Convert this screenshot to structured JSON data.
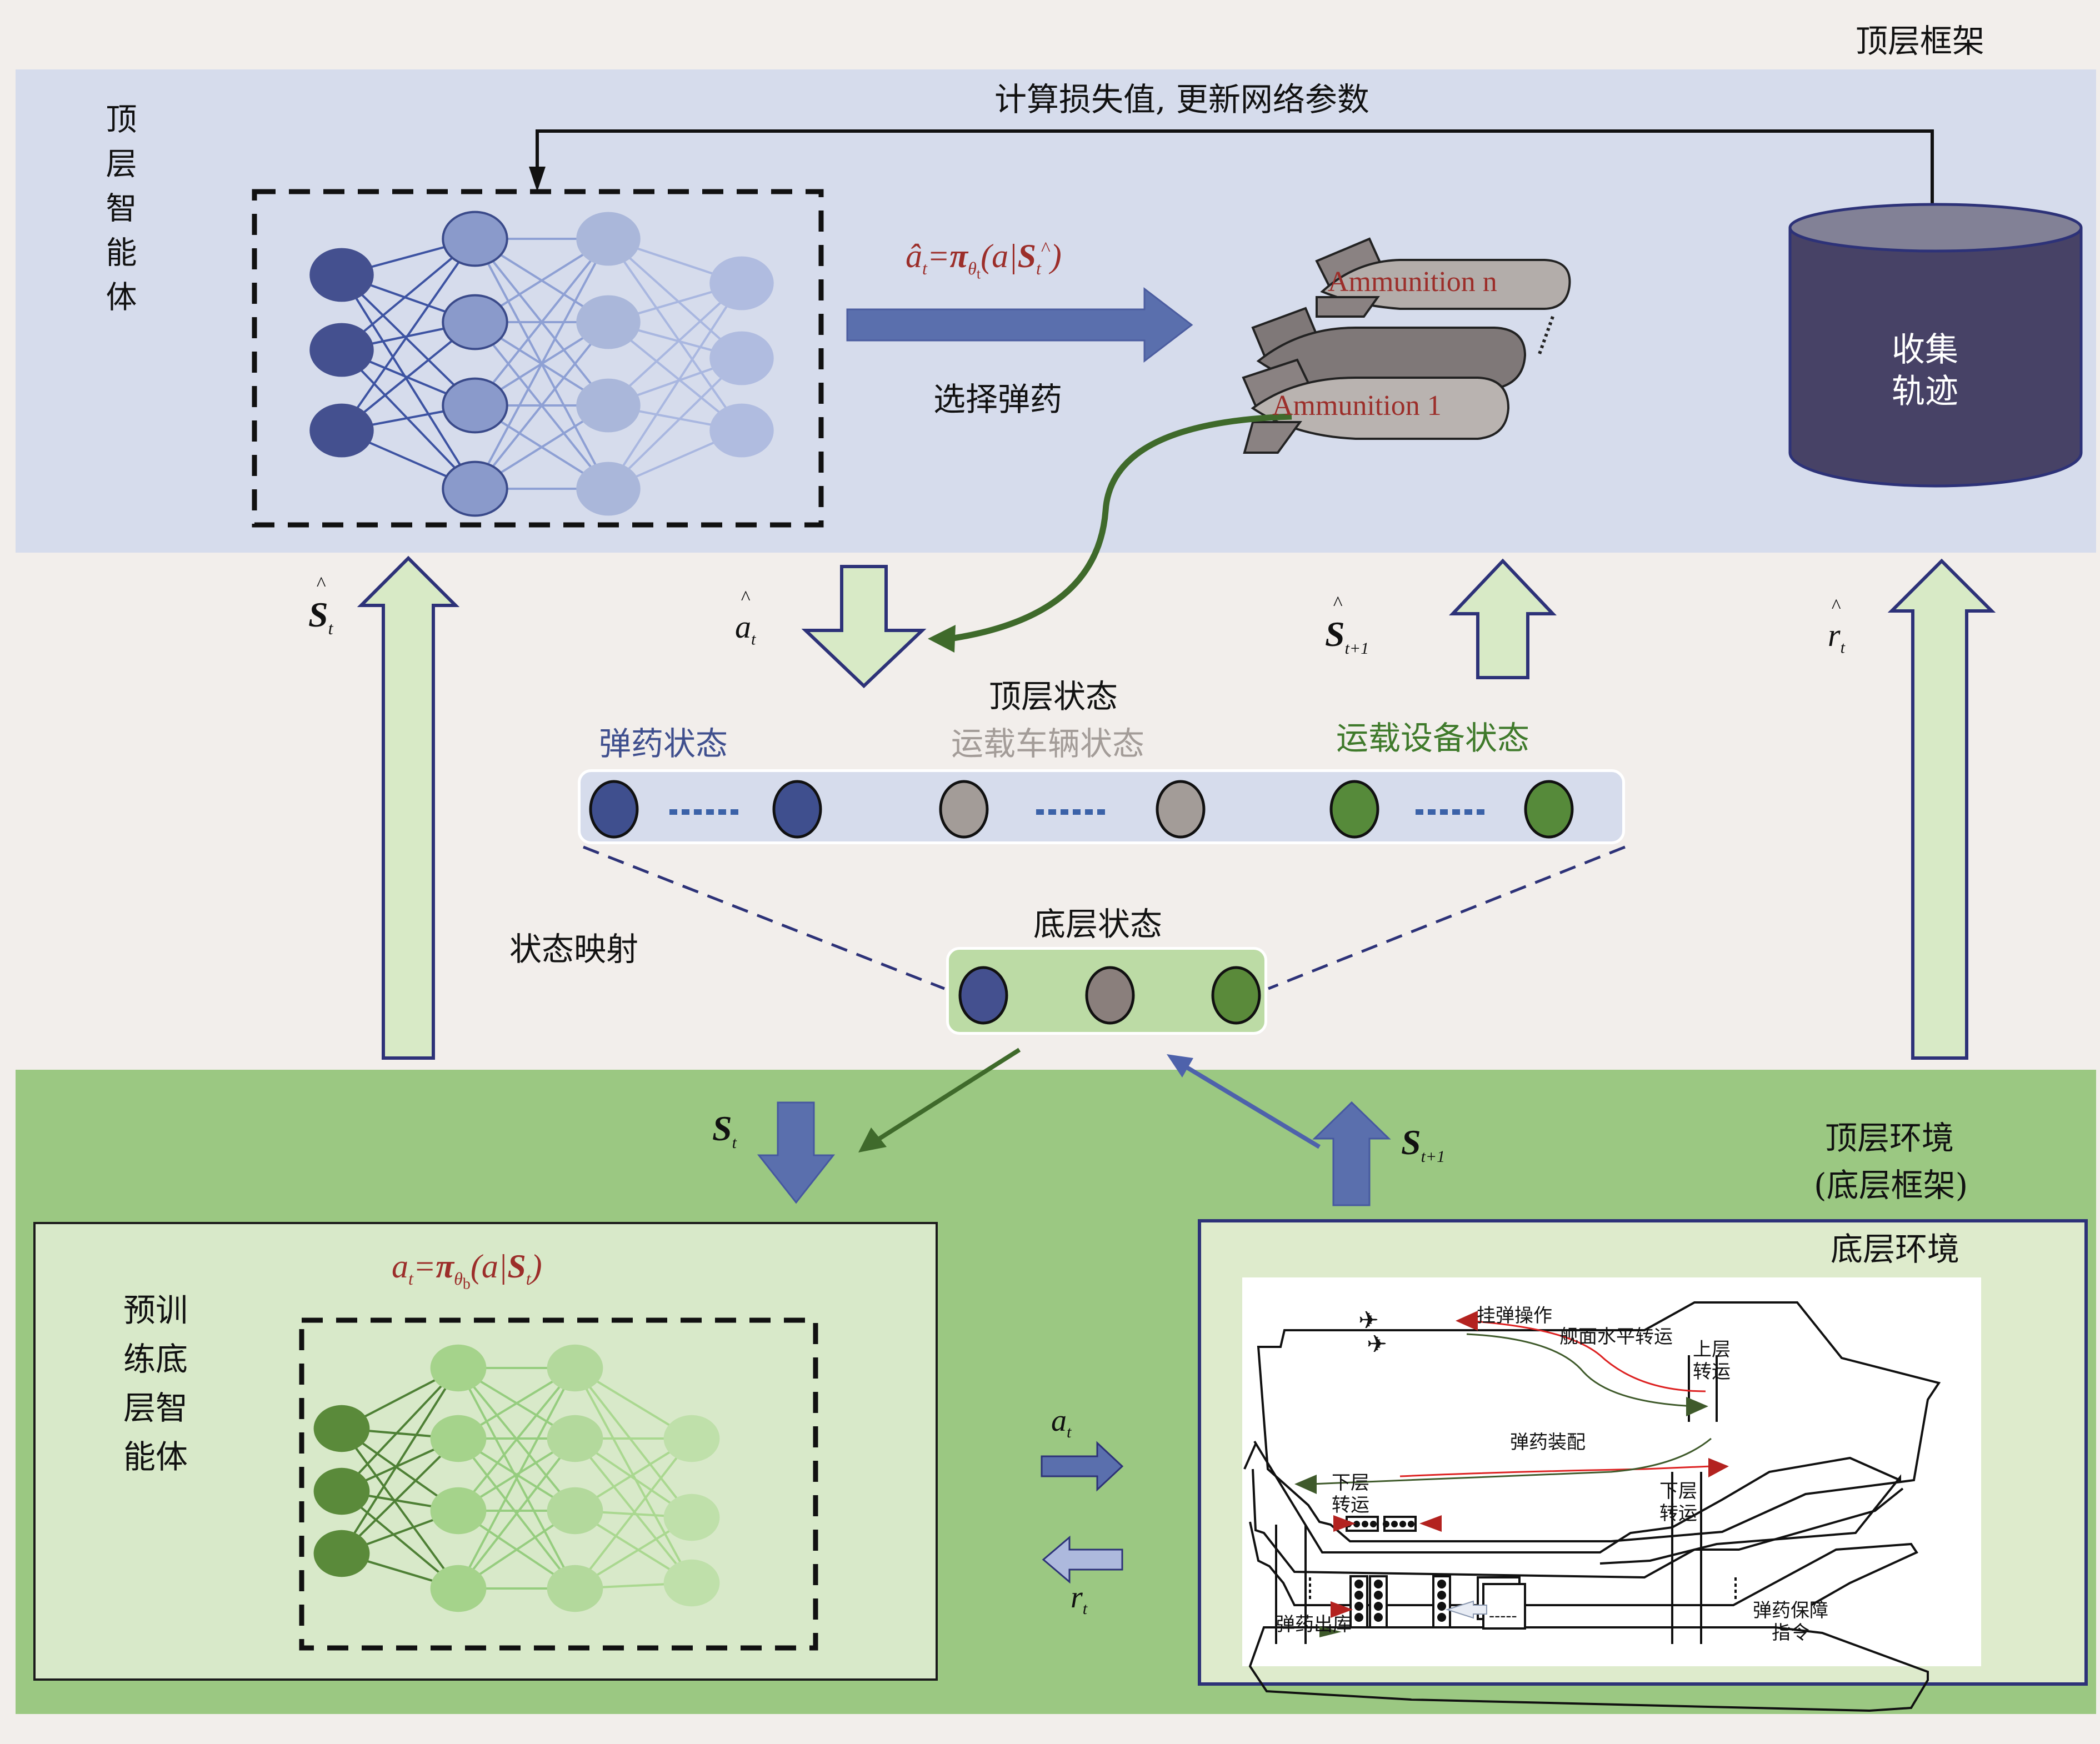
{
  "top_framework": {
    "title": "顶层框架",
    "agent_label": "顶层智能体",
    "loss_update_label": "计算损失值, 更新网络参数",
    "policy_formula": {
      "lhs": "â",
      "lhs_sub": "t",
      "eq": "=",
      "pi": "π",
      "pi_sub": "θ",
      "pi_subsub": "t",
      "arg": "(a|",
      "arg_bold": "S",
      "arg_sub": "t",
      "arg_hat": "^",
      "close": ")"
    },
    "select_ammo_label": "选择弹药",
    "ammunition_items": [
      "Ammunition n",
      "Ammunition 1"
    ],
    "collect_trajectory_label": [
      "收集",
      "轨迹"
    ]
  },
  "arrows": {
    "s_hat_t": {
      "sym": "S",
      "sub": "t",
      "hat": "^"
    },
    "a_hat_t": {
      "sym": "a",
      "sub": "t",
      "hat": "^"
    },
    "s_hat_t1": {
      "sym": "S",
      "sub": "t+1",
      "hat": "^"
    },
    "r_hat_t": {
      "sym": "r",
      "sub": "t",
      "hat": "^"
    },
    "s_t": {
      "sym": "S",
      "sub": "t"
    },
    "s_t1": {
      "sym": "S",
      "sub": "t+1"
    },
    "a_t": {
      "sym": "a",
      "sub": "t"
    },
    "r_t": {
      "sym": "r",
      "sub": "t"
    }
  },
  "top_state": {
    "title": "顶层状态",
    "groups": [
      {
        "label": "弹药状态",
        "color": "#3f4f8e"
      },
      {
        "label": "运载车辆状态",
        "color": "#a39c98"
      },
      {
        "label": "运载设备状态",
        "color": "#568a3a"
      }
    ],
    "ellipsis": "......"
  },
  "state_mapping_label": "状态映射",
  "bottom_state": {
    "title": "底层状态",
    "nodes": [
      {
        "color": "#44508f"
      },
      {
        "color": "#8a7f7c"
      },
      {
        "color": "#5a8a3a"
      }
    ]
  },
  "bottom_framework": {
    "env_title": "顶层环境",
    "env_subtitle": "(底层框架)",
    "agent_label": [
      "预训",
      "练底",
      "层智",
      "能体"
    ],
    "policy_formula": {
      "lhs": "a",
      "lhs_sub": "t",
      "eq": "=",
      "pi": "π",
      "pi_sub": "θ",
      "pi_subsub": "b",
      "arg": "(a|",
      "arg_bold": "S",
      "arg_sub": "t",
      "close": ")"
    },
    "bottom_env_title": "底层环境",
    "ship_labels": {
      "hang_bomb": "挂弹操作",
      "deck_transfer": "舰面水平转运",
      "upper_transfer": [
        "上层",
        "转运"
      ],
      "ammo_assembly": "弹药装配",
      "lower_transfer_left": [
        "下层",
        "转运"
      ],
      "lower_transfer_right": [
        "下层",
        "转运"
      ],
      "ammo_outbound": "弹药出库",
      "support_order": [
        "弹药保障",
        "指令"
      ],
      "dashes": "-----"
    }
  },
  "colors": {
    "top_panel": "#d6dcec",
    "bottom_panel": "#9bc882",
    "dark_blue": "#2d3278",
    "arrow_blue": "#5a6fad",
    "light_green_fill": "#d8eac6",
    "formula_red": "#9c2e2a",
    "dark_green": "#3f6a2b"
  }
}
